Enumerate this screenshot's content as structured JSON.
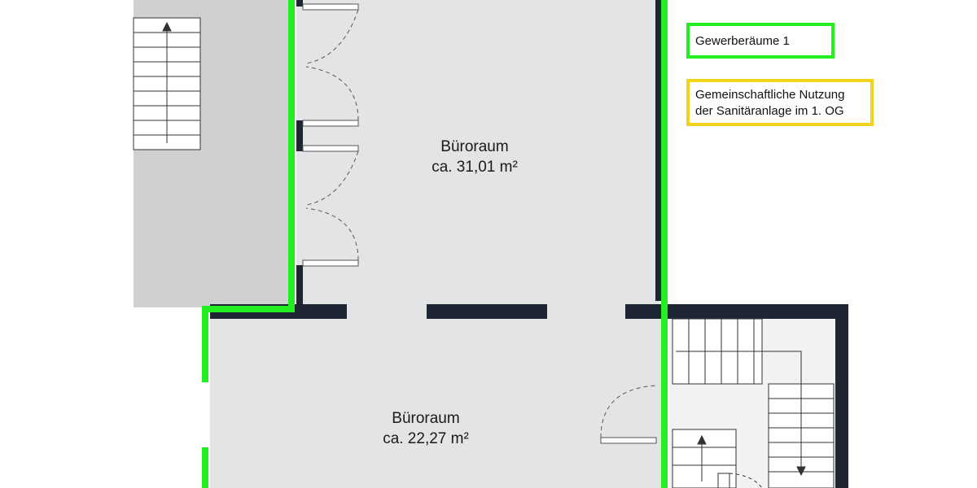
{
  "colors": {
    "commercial_outline": "#22ee22",
    "shared_outline": "#f2d21b",
    "wall": "#1e2633",
    "floor": "#e3e4e6",
    "corridor": "#cfd0d2",
    "line": "#333333"
  },
  "rooms": [
    {
      "name": "Büroraum",
      "area": "ca. 31,01 m²"
    },
    {
      "name": "Büroraum",
      "area": "ca. 22,27 m²"
    }
  ],
  "legend": {
    "commercial": "Gewerberäume 1",
    "shared_line1": "Gemeinschaftliche Nutzung",
    "shared_line2": "der Sanitäranlage im 1. OG"
  }
}
